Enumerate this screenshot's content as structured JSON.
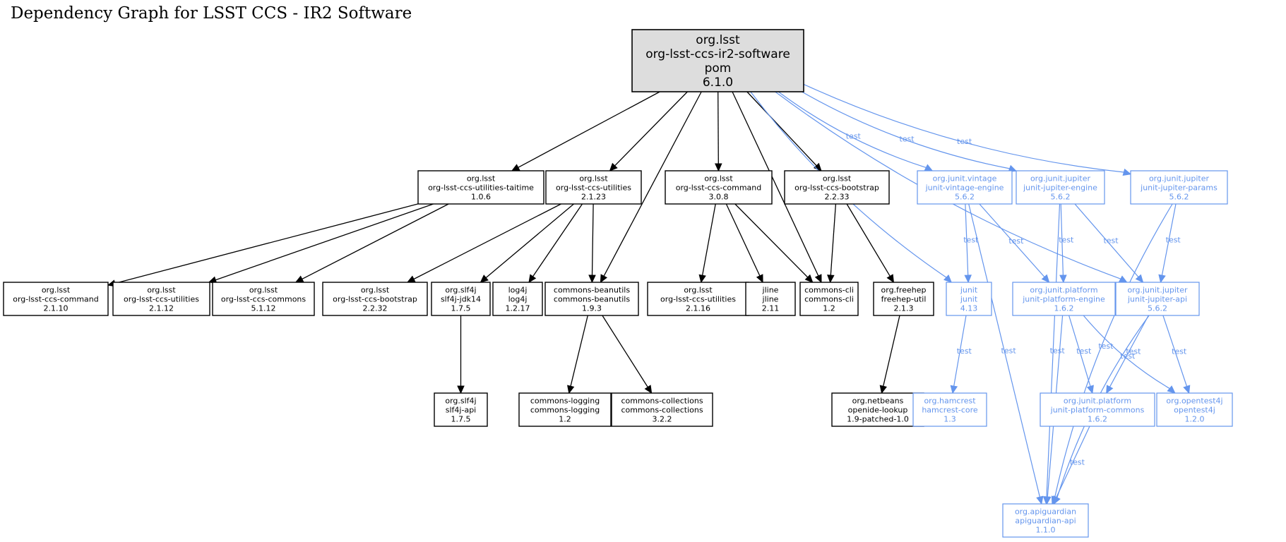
{
  "title": "Dependency Graph for LSST CCS - IR2 Software",
  "colors": {
    "compile": "#000000",
    "test": "#6495ed",
    "root_fill": "#dddddd"
  },
  "nodes": [
    {
      "id": "root",
      "lines": [
        "org.lsst",
        "org-lsst-ccs-ir2-software",
        "pom",
        "6.1.0"
      ],
      "scope": "root"
    },
    {
      "id": "util-taitime",
      "lines": [
        "org.lsst",
        "org-lsst-ccs-utilities-taitime",
        "1.0.6"
      ],
      "scope": "compile"
    },
    {
      "id": "util-2123",
      "lines": [
        "org.lsst",
        "org-lsst-ccs-utilities",
        "2.1.23"
      ],
      "scope": "compile"
    },
    {
      "id": "command-308",
      "lines": [
        "org.lsst",
        "org-lsst-ccs-command",
        "3.0.8"
      ],
      "scope": "compile"
    },
    {
      "id": "bootstrap-2233",
      "lines": [
        "org.lsst",
        "org-lsst-ccs-bootstrap",
        "2.2.33"
      ],
      "scope": "compile"
    },
    {
      "id": "vintage-engine",
      "lines": [
        "org.junit.vintage",
        "junit-vintage-engine",
        "5.6.2"
      ],
      "scope": "test"
    },
    {
      "id": "jupiter-engine",
      "lines": [
        "org.junit.jupiter",
        "junit-jupiter-engine",
        "5.6.2"
      ],
      "scope": "test"
    },
    {
      "id": "jupiter-params",
      "lines": [
        "org.junit.jupiter",
        "junit-jupiter-params",
        "5.6.2"
      ],
      "scope": "test"
    },
    {
      "id": "command-2110",
      "lines": [
        "org.lsst",
        "org-lsst-ccs-command",
        "2.1.10"
      ],
      "scope": "compile"
    },
    {
      "id": "util-2112",
      "lines": [
        "org.lsst",
        "org-lsst-ccs-utilities",
        "2.1.12"
      ],
      "scope": "compile"
    },
    {
      "id": "commons-5112",
      "lines": [
        "org.lsst",
        "org-lsst-ccs-commons",
        "5.1.12"
      ],
      "scope": "compile"
    },
    {
      "id": "bootstrap-2232",
      "lines": [
        "org.lsst",
        "org-lsst-ccs-bootstrap",
        "2.2.32"
      ],
      "scope": "compile"
    },
    {
      "id": "slf4j-jdk14",
      "lines": [
        "org.slf4j",
        "slf4j-jdk14",
        "1.7.5"
      ],
      "scope": "compile"
    },
    {
      "id": "log4j",
      "lines": [
        "log4j",
        "log4j",
        "1.2.17"
      ],
      "scope": "compile"
    },
    {
      "id": "beanutils",
      "lines": [
        "commons-beanutils",
        "commons-beanutils",
        "1.9.3"
      ],
      "scope": "compile"
    },
    {
      "id": "util-2116",
      "lines": [
        "org.lsst",
        "org-lsst-ccs-utilities",
        "2.1.16"
      ],
      "scope": "compile"
    },
    {
      "id": "jline",
      "lines": [
        "jline",
        "jline",
        "2.11"
      ],
      "scope": "compile"
    },
    {
      "id": "commons-cli",
      "lines": [
        "commons-cli",
        "commons-cli",
        "1.2"
      ],
      "scope": "compile"
    },
    {
      "id": "freehep-util",
      "lines": [
        "org.freehep",
        "freehep-util",
        "2.1.3"
      ],
      "scope": "compile"
    },
    {
      "id": "junit",
      "lines": [
        "junit",
        "junit",
        "4.13"
      ],
      "scope": "test"
    },
    {
      "id": "platform-engine",
      "lines": [
        "org.junit.platform",
        "junit-platform-engine",
        "1.6.2"
      ],
      "scope": "test"
    },
    {
      "id": "jupiter-api",
      "lines": [
        "org.junit.jupiter",
        "junit-jupiter-api",
        "5.6.2"
      ],
      "scope": "test"
    },
    {
      "id": "slf4j-api",
      "lines": [
        "org.slf4j",
        "slf4j-api",
        "1.7.5"
      ],
      "scope": "compile"
    },
    {
      "id": "commons-logging",
      "lines": [
        "commons-logging",
        "commons-logging",
        "1.2"
      ],
      "scope": "compile"
    },
    {
      "id": "commons-collections",
      "lines": [
        "commons-collections",
        "commons-collections",
        "3.2.2"
      ],
      "scope": "compile"
    },
    {
      "id": "openide-lookup",
      "lines": [
        "org.netbeans",
        "openide-lookup",
        "1.9-patched-1.0"
      ],
      "scope": "compile"
    },
    {
      "id": "hamcrest-core",
      "lines": [
        "org.hamcrest",
        "hamcrest-core",
        "1.3"
      ],
      "scope": "test"
    },
    {
      "id": "platform-commons",
      "lines": [
        "org.junit.platform",
        "junit-platform-commons",
        "1.6.2"
      ],
      "scope": "test"
    },
    {
      "id": "opentest4j",
      "lines": [
        "org.opentest4j",
        "opentest4j",
        "1.2.0"
      ],
      "scope": "test"
    },
    {
      "id": "apiguardian",
      "lines": [
        "org.apiguardian",
        "apiguardian-api",
        "1.1.0"
      ],
      "scope": "test"
    }
  ],
  "edges": [
    {
      "from": "root",
      "to": "util-taitime"
    },
    {
      "from": "root",
      "to": "util-2123"
    },
    {
      "from": "root",
      "to": "beanutils"
    },
    {
      "from": "root",
      "to": "command-308"
    },
    {
      "from": "root",
      "to": "commons-cli"
    },
    {
      "from": "root",
      "to": "bootstrap-2233"
    },
    {
      "from": "root",
      "to": "junit",
      "label": "test"
    },
    {
      "from": "root",
      "to": "vintage-engine",
      "label": "test"
    },
    {
      "from": "root",
      "to": "jupiter-engine",
      "label": "test"
    },
    {
      "from": "root",
      "to": "jupiter-api",
      "label": "test"
    },
    {
      "from": "root",
      "to": "jupiter-params",
      "label": "test"
    },
    {
      "from": "util-taitime",
      "to": "command-2110"
    },
    {
      "from": "util-taitime",
      "to": "util-2112"
    },
    {
      "from": "util-taitime",
      "to": "commons-5112"
    },
    {
      "from": "util-2123",
      "to": "bootstrap-2232"
    },
    {
      "from": "util-2123",
      "to": "slf4j-jdk14"
    },
    {
      "from": "util-2123",
      "to": "log4j"
    },
    {
      "from": "util-2123",
      "to": "beanutils"
    },
    {
      "from": "command-308",
      "to": "util-2116"
    },
    {
      "from": "command-308",
      "to": "jline"
    },
    {
      "from": "command-308",
      "to": "commons-cli"
    },
    {
      "from": "bootstrap-2233",
      "to": "commons-cli"
    },
    {
      "from": "bootstrap-2233",
      "to": "freehep-util"
    },
    {
      "from": "vintage-engine",
      "to": "junit",
      "label": "test"
    },
    {
      "from": "vintage-engine",
      "to": "platform-engine",
      "label": "test"
    },
    {
      "from": "vintage-engine",
      "to": "apiguardian",
      "label": "test"
    },
    {
      "from": "jupiter-engine",
      "to": "platform-engine",
      "label": "test"
    },
    {
      "from": "jupiter-engine",
      "to": "jupiter-api",
      "label": "test"
    },
    {
      "from": "jupiter-engine",
      "to": "apiguardian",
      "label": "test"
    },
    {
      "from": "jupiter-params",
      "to": "jupiter-api",
      "label": "test"
    },
    {
      "from": "jupiter-params",
      "to": "apiguardian",
      "label": "test"
    },
    {
      "from": "slf4j-jdk14",
      "to": "slf4j-api"
    },
    {
      "from": "beanutils",
      "to": "commons-logging"
    },
    {
      "from": "beanutils",
      "to": "commons-collections"
    },
    {
      "from": "freehep-util",
      "to": "openide-lookup"
    },
    {
      "from": "junit",
      "to": "hamcrest-core",
      "label": "test"
    },
    {
      "from": "platform-engine",
      "to": "platform-commons",
      "label": "test"
    },
    {
      "from": "platform-engine",
      "to": "opentest4j",
      "label": "test"
    },
    {
      "from": "platform-engine",
      "to": "apiguardian",
      "label": "test"
    },
    {
      "from": "jupiter-api",
      "to": "platform-commons",
      "label": "test"
    },
    {
      "from": "jupiter-api",
      "to": "opentest4j",
      "label": "test"
    },
    {
      "from": "jupiter-api",
      "to": "apiguardian",
      "label": "test"
    },
    {
      "from": "platform-commons",
      "to": "apiguardian",
      "label": "test"
    }
  ]
}
